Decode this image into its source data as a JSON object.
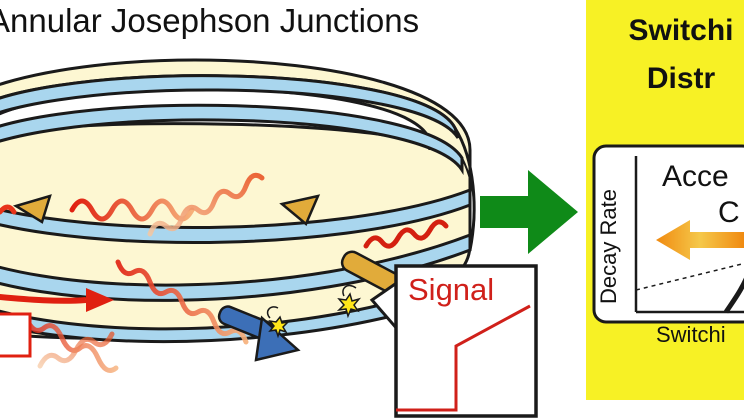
{
  "title": "Annular Josephson Junctions",
  "panel": {
    "title_line1": "Switchi",
    "title_line2": "Distr",
    "inner_line1": "Acce",
    "inner_line2": "C",
    "ylabel": "Decay Rate",
    "xlabel": "Switchi"
  },
  "signal_label": "Signal",
  "colors": {
    "panel_bg": "#f7f125",
    "ring_cream": "#fdf7d2",
    "ring_blue": "#a9d6ee",
    "arrow_green": "#0f8a18",
    "signal_red": "#d0201a",
    "particle_blue": "#3c6fb7",
    "junction_tan": "#e1ab3a"
  }
}
